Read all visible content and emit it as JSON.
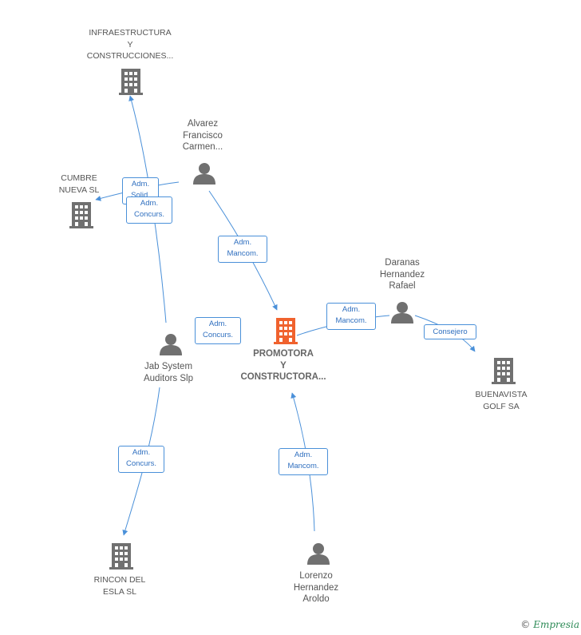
{
  "colors": {
    "edge": "#4a90d9",
    "entity_icon": "#707070",
    "focus_icon": "#f0622e",
    "person_icon": "#707070"
  },
  "nodes": {
    "infraestructura": {
      "label": "INFRAESTRUCTURA\nY\nCONSTRUCCIONES...",
      "icon": "building-icon"
    },
    "alvarez": {
      "label": "Alvarez\nFrancisco\nCarmen...",
      "icon": "person-icon"
    },
    "cumbre": {
      "label": "CUMBRE\nNUEVA SL",
      "icon": "building-icon"
    },
    "daranas": {
      "label": "Daranas\nHernandez\nRafael",
      "icon": "person-icon"
    },
    "promotora": {
      "label": "PROMOTORA\nY\nCONSTRUCTORA...",
      "icon": "building-icon"
    },
    "jab": {
      "label": "Jab System\nAuditors Slp",
      "icon": "person-icon"
    },
    "buenavista": {
      "label": "BUENAVISTA\nGOLF SA",
      "icon": "building-icon"
    },
    "rincon": {
      "label": "RINCON DEL\nESLA SL",
      "icon": "building-icon"
    },
    "lorenzo": {
      "label": "Lorenzo\nHernandez\nAroldo",
      "icon": "person-icon"
    }
  },
  "edges": {
    "alvarez_cumbre": "Adm.\nSolid.",
    "jab_infra": "Adm.\nConcurs.",
    "alvarez_promotora": "Adm.\nMancom.",
    "jab_promotora": "Adm.\nConcurs.",
    "daranas_promotora": "Adm.\nMancom.",
    "daranas_buenavista": "Consejero",
    "jab_rincon": "Adm.\nConcurs.",
    "lorenzo_promotora": "Adm.\nMancom."
  },
  "footer": {
    "copyright": "©",
    "brand": "Empresia"
  }
}
